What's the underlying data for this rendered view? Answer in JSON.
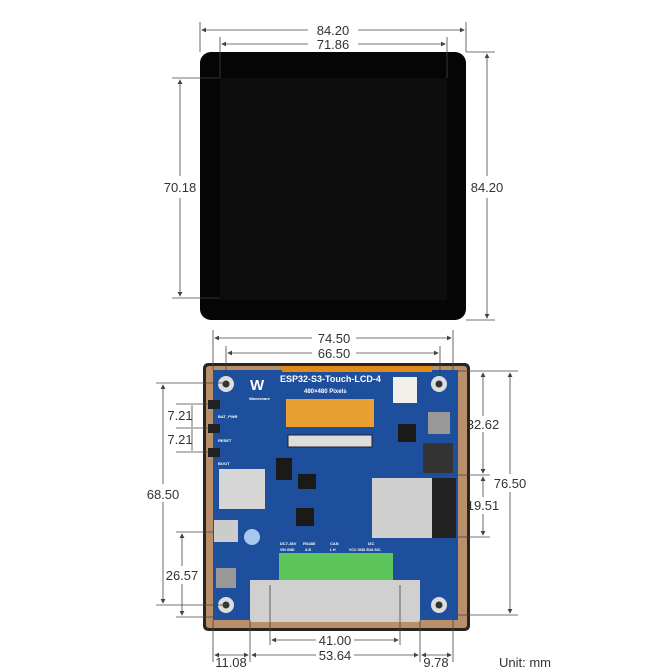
{
  "display": {
    "width_outer": "84.20",
    "width_active": "71.86",
    "height_active": "70.18",
    "height_outer": "84.20"
  },
  "board": {
    "title": "ESP32-S3-Touch-LCD-4",
    "subtitle": "480×480 Pixels",
    "brand": "Waveshare",
    "width_total": "74.50",
    "width_holes": "66.50",
    "height_holes_left": "68.50",
    "button_pitch_1": "7.21",
    "button_pitch_2": "7.21",
    "usb_offset": "26.57",
    "top_to_module": "32.62",
    "module_height": "19.51",
    "height_total": "76.50",
    "terminal_width": "41.00",
    "opening_width": "53.64",
    "left_margin": "11.08",
    "right_margin": "9.78",
    "button_labels": [
      "BAT_PWR",
      "RESET",
      "BOOT"
    ],
    "terminal_labels": [
      "DC7-36V",
      "RS485",
      "CAN",
      "I2C"
    ],
    "terminal_pins": [
      "VIN GND",
      "A B",
      "L H",
      "VCC GND SDA SCL"
    ]
  },
  "unit": "Unit: mm",
  "colors": {
    "pcb": "#1d4f9c",
    "frame": "#b9906a",
    "terminal": "#5cc45a"
  }
}
